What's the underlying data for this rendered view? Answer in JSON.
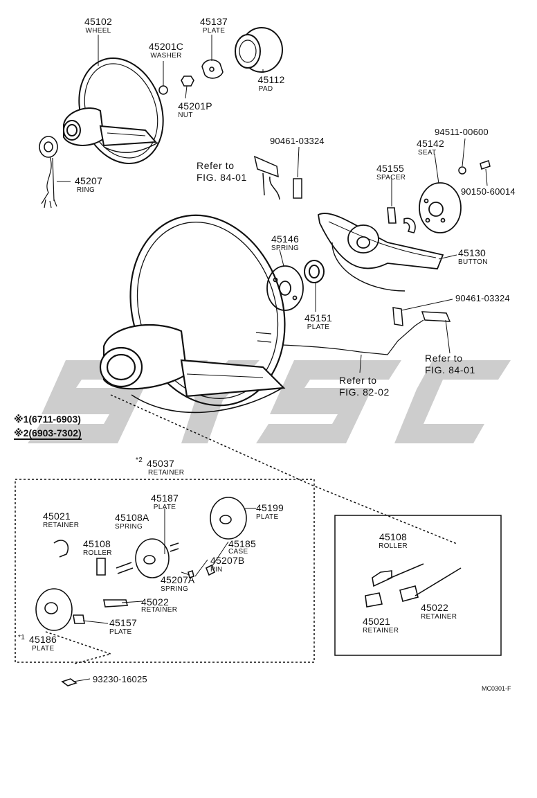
{
  "labels": {
    "p45102": {
      "num": "45102",
      "name": "WHEEL"
    },
    "p45137": {
      "num": "45137",
      "name": "PLATE"
    },
    "p45201c": {
      "num": "45201C",
      "name": "WASHER"
    },
    "p45112": {
      "num": "45112",
      "name": "PAD"
    },
    "p45201p": {
      "num": "45201P",
      "name": "NUT"
    },
    "p45207": {
      "num": "45207",
      "name": "RING"
    },
    "p90461a": {
      "num": "90461-03324"
    },
    "p94511": {
      "num": "94511-00600"
    },
    "p45142": {
      "num": "45142",
      "name": "SEAT"
    },
    "p45155": {
      "num": "45155",
      "name": "SPACER"
    },
    "p90150": {
      "num": "90150-60014"
    },
    "p45146": {
      "num": "45146",
      "name": "SPRING"
    },
    "p45130": {
      "num": "45130",
      "name": "BUTTON"
    },
    "p45151": {
      "num": "45151",
      "name": "PLATE"
    },
    "p90461b": {
      "num": "90461-03324"
    },
    "p45037": {
      "num": "45037",
      "name": "RETAINER",
      "mark": "*2"
    },
    "p45187": {
      "num": "45187",
      "name": "PLATE"
    },
    "p45199": {
      "num": "45199",
      "name": "PLATE"
    },
    "p45021a": {
      "num": "45021",
      "name": "RETAINER"
    },
    "p45108A": {
      "num": "45108A",
      "name": "SPRING"
    },
    "p45108a": {
      "num": "45108",
      "name": "ROLLER"
    },
    "p45185": {
      "num": "45185",
      "name": "CASE"
    },
    "p45207B": {
      "num": "45207B",
      "name": "PIN"
    },
    "p45207A": {
      "num": "45207A",
      "name": "SPRING"
    },
    "p45022a": {
      "num": "45022",
      "name": "RETAINER"
    },
    "p45157": {
      "num": "45157",
      "name": "PLATE"
    },
    "p45186": {
      "num": "45186",
      "name": "PLATE",
      "mark": "*1"
    },
    "p93230": {
      "num": "93230-16025"
    },
    "p45108b": {
      "num": "45108",
      "name": "ROLLER"
    },
    "p45022b": {
      "num": "45022",
      "name": "RETAINER"
    },
    "p45021b": {
      "num": "45021",
      "name": "RETAINER"
    }
  },
  "refs": {
    "r1": {
      "line1": "Refer to",
      "line2": "FIG. 84-01"
    },
    "r2": {
      "line1": "Refer to",
      "line2": "FIG. 82-02"
    },
    "r3": {
      "line1": "Refer to",
      "line2": "FIG. 84-01"
    }
  },
  "notes": {
    "range1": "※1(6711-6903)",
    "range2": "※2(6903-7302)",
    "code": "MC0301-F"
  },
  "watermark": {
    "text": "SYSC",
    "color": "#c8c8c8"
  }
}
